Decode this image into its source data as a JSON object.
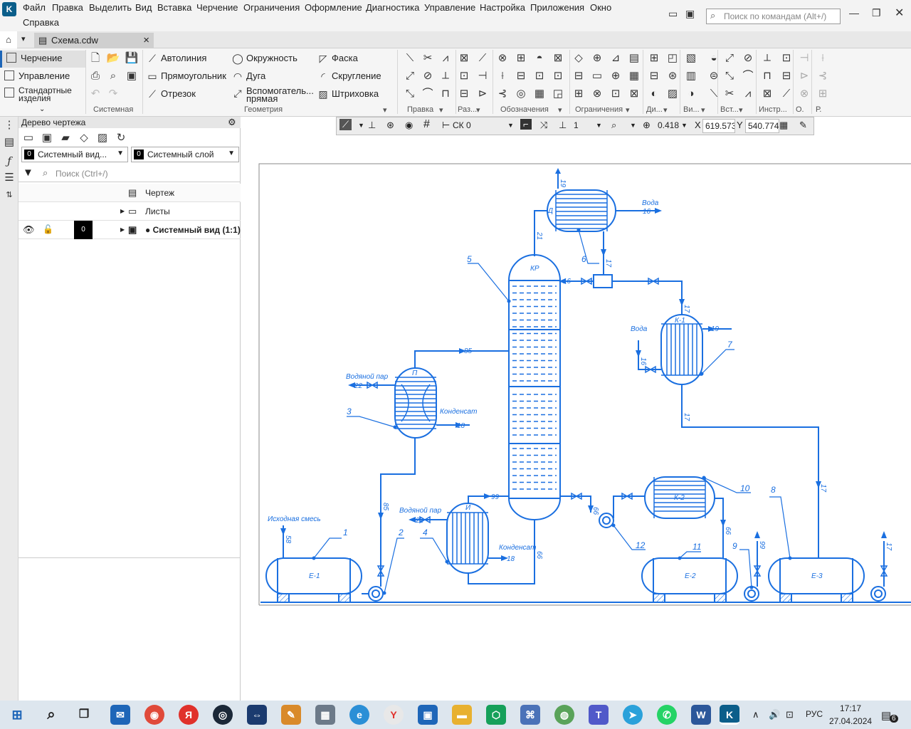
{
  "menu": {
    "items": [
      "Файл",
      "Правка",
      "Выделить",
      "Вид",
      "Вставка",
      "Черчение",
      "Ограничения",
      "Оформление",
      "Диагностика",
      "Управление",
      "Настройка",
      "Приложения",
      "Окно"
    ],
    "second_row": "Справка",
    "search_placeholder": "Поиск по командам (Alt+/)"
  },
  "tabs": {
    "document": "Схема.cdw"
  },
  "ribbon": {
    "sidebar": [
      "Черчение",
      "Управление",
      "Стандартные изделия"
    ],
    "geometry_buttons": [
      "Автолиния",
      "Прямоугольник",
      "Отрезок",
      "Окружность",
      "Дуга",
      "Вспомогатель... прямая",
      "Фаска",
      "Скругление",
      "Штриховка"
    ],
    "groups": [
      "Системная",
      "Геометрия",
      "Правка",
      "Раз...",
      "Обозначения",
      "Ограничения",
      "Ди...",
      "Ви...",
      "Вст...",
      "Инстр...",
      "О.",
      "Р."
    ]
  },
  "panel": {
    "title": "Дерево чертежа",
    "view_select": {
      "badge": "0",
      "value": "Системный вид..."
    },
    "layer_select": {
      "badge": "0",
      "value": "Системный слой"
    },
    "search_placeholder": "Поиск (Ctrl+/)",
    "tree": [
      {
        "label": "Чертеж",
        "icon": "drawing-icon"
      },
      {
        "label": "Листы",
        "icon": "folder-icon"
      },
      {
        "label": "● Системный вид (1:1)",
        "icon": "view-icon",
        "badge": "0"
      }
    ]
  },
  "drawtools": {
    "cs": "СК 0",
    "step": "1",
    "zoom": "0.418",
    "x_label": "X",
    "x": "619.573",
    "y_label": "Y",
    "y": "540.7743"
  },
  "drawing": {
    "labels": {
      "kr": "КР",
      "d": "Д",
      "p": "П",
      "i": "И",
      "k1": "К-1",
      "k2": "К-2",
      "e1": "Е-1",
      "e2": "Е-2",
      "e3": "Е-3",
      "voda1": "Вода",
      "voda2": "Вода",
      "vapor1": "Водяной пар",
      "vapor2": "Водяной пар",
      "cond1": "Конденсат",
      "cond2": "Конденсат",
      "feed": "Исходная смесь",
      "n1": "1",
      "n2": "2",
      "n3": "3",
      "n4": "4",
      "n5": "5",
      "n6": "6",
      "n7": "7",
      "n8": "8",
      "n9": "9",
      "n10": "10",
      "n11": "11",
      "n12": "12",
      "s16a": "16",
      "s16b": "16",
      "s16c": "16",
      "s19a": "19",
      "s19b": "19",
      "s21": "21",
      "s17a": "17",
      "s17b": "17",
      "s17c": "17",
      "s17d": "17",
      "s17e": "17",
      "s85a": "85",
      "s85b": "85",
      "s22a": "22",
      "s22b": "22",
      "s18a": "18",
      "s18b": "18",
      "s99a": "99",
      "s99b": "99",
      "s66a": "66",
      "s66b": "66",
      "s66c": "66",
      "s58": "58"
    }
  },
  "taskbar": {
    "lang": "РУС",
    "time": "17:17",
    "date": "27.04.2024",
    "notif": "6"
  },
  "colors": {
    "drawing": "#1a6fe0",
    "accent": "#1e66b8"
  }
}
